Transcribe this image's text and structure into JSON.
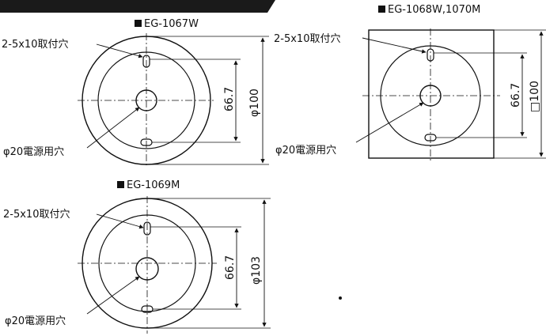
{
  "header_bar": "",
  "diagrams": [
    {
      "title": "EG-1067W",
      "mount_hole_label": "2-5x10取付穴",
      "power_hole_label": "φ20電源用穴",
      "pitch_dim": "66.7",
      "size_dim": "φ100",
      "outline": "round"
    },
    {
      "title": "EG-1068W,1070M",
      "mount_hole_label": "2-5x10取付穴",
      "power_hole_label": "φ20電源用穴",
      "pitch_dim": "66.7",
      "size_dim": "□100",
      "outline": "square"
    },
    {
      "title": "EG-1069M",
      "mount_hole_label": "2-5x10取付穴",
      "power_hole_label": "φ20電源用穴",
      "pitch_dim": "66.7",
      "size_dim": "φ103",
      "outline": "round"
    }
  ],
  "colors": {
    "line": "#111111",
    "header": "#1a1a1a"
  }
}
